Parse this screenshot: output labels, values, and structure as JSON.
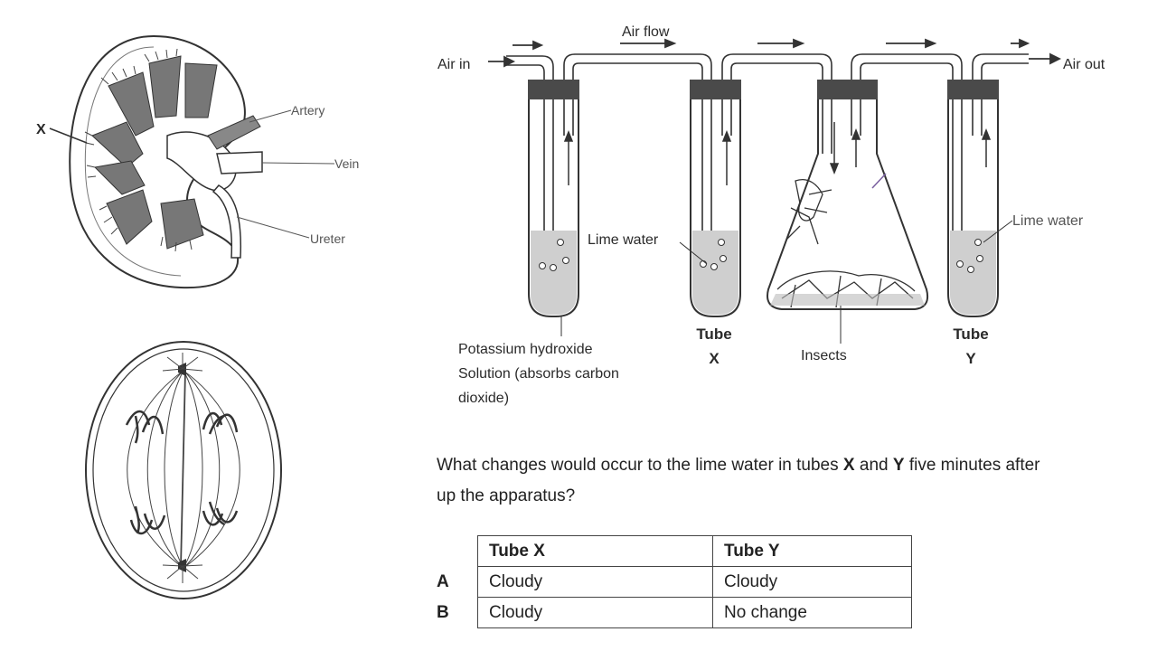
{
  "kidney": {
    "label_x": "X",
    "label_artery": "Artery",
    "label_vein": "Vein",
    "label_ureter": "Ureter"
  },
  "apparatus": {
    "air_in": "Air in",
    "air_flow": "Air flow",
    "air_out": "Air out",
    "lime_water_left": "Lime water",
    "lime_water_right": "Lime water",
    "koh_line1": "Potassium hydroxide",
    "koh_line2": "Solution (absorbs carbon",
    "koh_line3": "dioxide)",
    "tube_x_line1": "Tube",
    "tube_x_line2": "X",
    "tube_y_line1": "Tube",
    "tube_y_line2": "Y",
    "insects": "Insects"
  },
  "question": {
    "part1": "What changes would occur to the lime water in tubes ",
    "x": "X",
    "and": " and ",
    "y": "Y",
    "part2": " five minutes after",
    "line2": "up the apparatus?"
  },
  "answer_table": {
    "header_x": "Tube X",
    "header_y": "Tube Y",
    "rows": [
      {
        "option": "A",
        "tube_x": "Cloudy",
        "tube_y": "Cloudy"
      },
      {
        "option": "B",
        "tube_x": "Cloudy",
        "tube_y": "No change"
      }
    ]
  }
}
